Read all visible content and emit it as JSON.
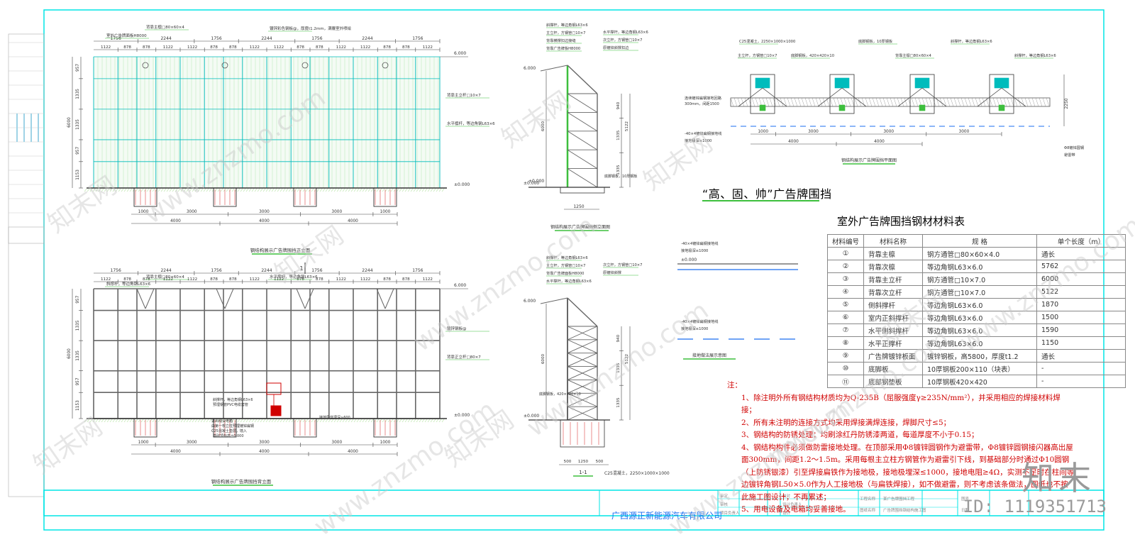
{
  "sheet": {
    "main_title": "“高、固、帅”广告牌围挡",
    "company": "广西源正新能源汽车有限公司"
  },
  "views": {
    "front_elev": "钢结构展示广告牌围挡正立面",
    "back_elev": "钢结构展示广告牌围挡背立面",
    "side_elev": "钢结构展示广告牌围挡侧立面图",
    "section_11": "1-1",
    "plan": "钢结构展示广告牌围挡平面图",
    "grounding": "接地做法展示意图"
  },
  "dims": {
    "top_row": [
      "1756",
      "2244",
      "1756",
      "2244",
      "1756",
      "2244",
      "1756"
    ],
    "sub_row": [
      "1122",
      "878",
      "878",
      "1122",
      "1122",
      "878",
      "878",
      "1122",
      "1122",
      "878",
      "878",
      "1122",
      "1122",
      "878",
      "878",
      "1122"
    ],
    "vertical": [
      "957",
      "1335",
      "1335",
      "957",
      "1153"
    ],
    "total_height": "6000",
    "bottom_row1": [
      "1000",
      "3000",
      "3000",
      "3000",
      "1000"
    ],
    "bottom_row2": [
      "4000",
      "4000",
      "4000"
    ],
    "level_top": "6.000",
    "level_zero": "±0.000",
    "side_width": "1250",
    "side_heights": [
      "940",
      "1335",
      "1335",
      "5122"
    ],
    "plan_depth": "2250",
    "plan_bottom1": [
      "1000",
      "3000",
      "3000",
      "3000"
    ],
    "plan_bottom2": [
      "4000",
      "4000"
    ],
    "section_1_1": [
      "500",
      "1250",
      "500"
    ],
    "foundation": "C25混凝土，2250×1000×1000",
    "marker": "1"
  },
  "labels": {
    "front_callouts": [
      "背靠主檩□80×60×4",
      "镀锌彩色钢板@，厚度t1.2mm，满覆室外喷绘",
      "室外广告牌面板H8000",
      "背靠主立杆□10×7",
      "水平檩杆，等边角钢L63×6"
    ],
    "back_callouts": [
      "背靠主檩□80×60×4",
      "水平撑杆，等边角钢L63×6",
      "斜撑杆，等边角钢L63×6",
      "镀锌钢板@",
      "背靠正立杆□80×7",
      "斜撑杆，等边角钢L63×6",
      "预埋钢管PVC电缆套管",
      "进出线设电箱",
      "由第一根立柱预埋镀锌扁钢",
      "C25混凝土垫层，墙入",
      "基础顶标高±0.000",
      "接地导体埋深≥600"
    ],
    "side_callouts": [
      "斜撑杆，等边角钢L63×6",
      "主立杆，方钢管□10×7",
      "背靠横撑扣边接缝",
      "背靠广告牌板H8000",
      "水平撑杆，等边角钢L63×6",
      "次立杆，方钢管□10×7",
      "原镀锌斜撑扣边",
      "底脚钢板，10厚钢板"
    ],
    "section_callouts": [
      "斜撑杆，等边角钢L63×6",
      "主立杆，方钢管□10×7",
      "背靠广告牌面板H8000",
      "水平撑杆，等边角钢L63×6",
      "次立杆，方钢管□10×7",
      "原镀锌斜撑",
      "底脚钢板，420×420×10"
    ],
    "plan_callouts": [
      "C25混凝土，2250×1000×1000",
      "底脚钢板，10厚钢板",
      "主立杆，方钢管□10×7",
      "底脚钢板，420×420×10",
      "背靠主檩□80×60×4",
      "斜撑杆，等边角钢L63×6",
      "斜撑杆，等边角钢L63×6",
      "连续镀锌扁钢接地回路",
      "300mm，间距1500",
      "-40×4镀锌扁钢接地线",
      "接地极深≤1000",
      "Φ8镀锌圆钢",
      "避雷带"
    ],
    "ground_callouts": [
      "-40×4镀锌扁钢接地线",
      "接地极深≤1000",
      "±0.000",
      "-40×4镀锌扁钢接地线",
      "接地极深≤1000"
    ],
    "title_block": [
      "审定",
      "审核",
      "项目负责人",
      "校对",
      "设计负责人",
      "设计",
      "工程名称",
      "图纸名称",
      "某广告牌围挡工程",
      "广告牌围挡钢结构施工图",
      "图号",
      "日期"
    ]
  },
  "table": {
    "title": "室外广告牌围挡钢材材料表",
    "headers": [
      "材料编号",
      "材料名称",
      "规    格",
      "单个长度（m）"
    ],
    "rows": [
      [
        "①",
        "背靠主檩",
        "钢方通管□80×60×4.0",
        "通长"
      ],
      [
        "②",
        "背靠次檩",
        "等边角钢L63×6.0",
        "5762"
      ],
      [
        "③",
        "背靠主立杆",
        "钢方通管□10×7.0",
        "6000"
      ],
      [
        "④",
        "背靠次立杆",
        "钢方通管□10×7.0",
        "5122"
      ],
      [
        "⑤",
        "侧斜撑杆",
        "等边角钢L63×6.0",
        "1870"
      ],
      [
        "⑥",
        "室内正斜撑杆",
        "等边角钢L63×6.0",
        "1500"
      ],
      [
        "⑦",
        "水平侧斜撑杆",
        "等边角钢L63×6.0",
        "1590"
      ],
      [
        "⑧",
        "水平正撑杆",
        "等边角钢L63×6.0",
        "1150"
      ],
      [
        "⑨",
        "广告牌镀锌板面",
        "镀锌钢板，高5800，厚度t1.2",
        "通长"
      ],
      [
        "⑩",
        "底脚板",
        "10厚钢板200×110（块表）",
        "-"
      ],
      [
        "⑪",
        "底部钢垫板",
        "10厚钢板420×420",
        "-"
      ]
    ]
  },
  "notes": {
    "heading": "注：",
    "items": [
      "1、除注明外所有钢结构材质均为Q-235B（屈服强度γ≥235N/mm²），并采用相应的焊接材料焊接；",
      "2、所有未注明的连接方式均采用焊接满焊连接，焊脚尺寸≤5；",
      "3、钢结构的防锈处理：均刷涂红丹防锈漆两道，每道厚度不小于0.15；",
      "4、钢结构构件必须做防雷接地处理。在顶部采用Φ8镀锌圆钢作为避雷带，Φ8镀锌圆钢接闪器高出屋面300mm，间距1.2～1.5m。采用每根主立柱方钢管作为避雷引下线，到基础部分时通过Φ10圆钢（上防锈银漆）引至焊接扁铁作为接地极，接地极埋深≤1000，接地电阻≥4Ω，实测不足时在柱间等边镀锌角钢L50×5.0作为人工接地极（与扁铁焊接），如不做避雷，则不考虑该条做法，图纸也不按此施工图设计，不再累述；",
      "5、用电设备及电箱均妥善接地。"
    ]
  },
  "watermark": {
    "site": "www.znzmo.com",
    "logo": "知末网",
    "brand": "知末",
    "id": "ID: 1119351713"
  },
  "colors": {
    "frame": "#00e5e5",
    "struct": "#00bcbc",
    "blue_text": "#1a6ef0",
    "red": "#d00000",
    "green": "#3dbf3d",
    "magenta": "#c000c0"
  }
}
